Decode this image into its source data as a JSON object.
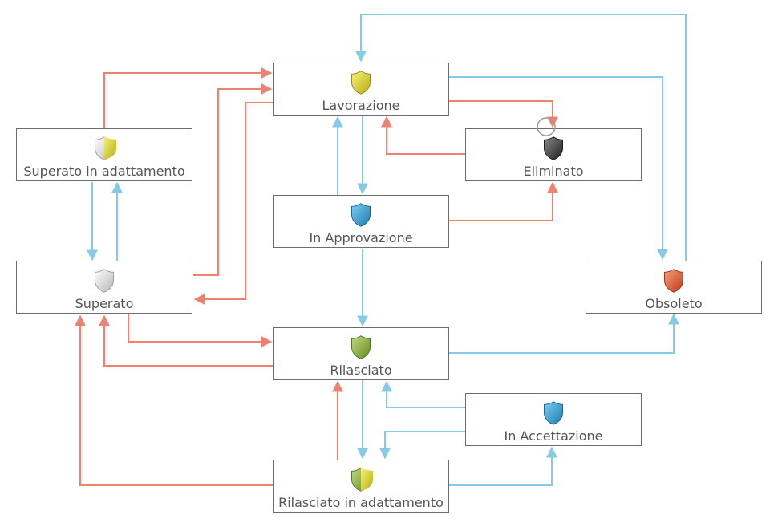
{
  "colors": {
    "transition_red": "#f08070",
    "transition_blue": "#86cbe6",
    "border": "#6d6d6d",
    "label": "#555555"
  },
  "nodes": {
    "lavorazione": {
      "label": "Lavorazione",
      "icon": "shield-yellow-icon"
    },
    "eliminato": {
      "label": "Eliminato",
      "icon": "shield-black-icon"
    },
    "sup_adatt": {
      "label": "Superato in adattamento",
      "icon": "shield-white-yellow-icon"
    },
    "approvazione": {
      "label": "In Approvazione",
      "icon": "shield-blue-icon"
    },
    "superato": {
      "label": "Superato",
      "icon": "shield-white-icon"
    },
    "obsoleto": {
      "label": "Obsoleto",
      "icon": "shield-red-icon"
    },
    "rilasciato": {
      "label": "Rilasciato",
      "icon": "shield-green-icon"
    },
    "accettazione": {
      "label": "In Accettazione",
      "icon": "shield-blue-icon"
    },
    "ril_adatt": {
      "label": "Rilasciato in adattamento",
      "icon": "shield-green-yellow-icon"
    }
  }
}
